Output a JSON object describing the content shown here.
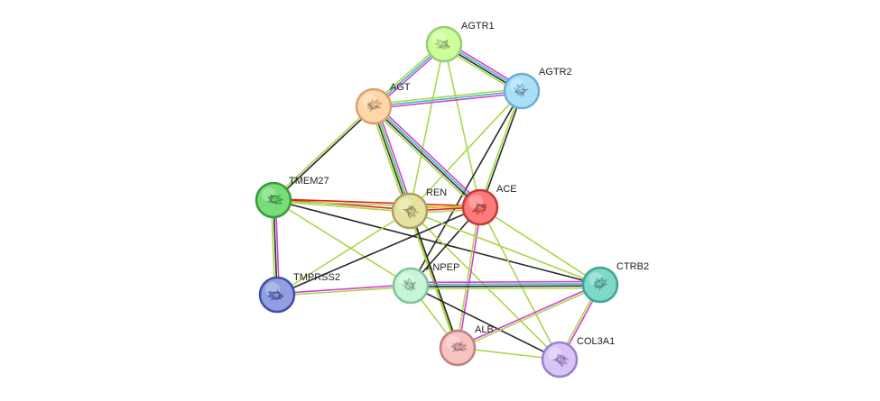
{
  "nodes": [
    {
      "id": "AGTR1",
      "label": "AGTR1",
      "color": "#ccff99",
      "border": "#99cc77"
    },
    {
      "id": "AGTR2",
      "label": "AGTR2",
      "color": "#aadffa",
      "border": "#6faed0"
    },
    {
      "id": "AGT",
      "label": "AGT",
      "color": "#ffd6a8",
      "border": "#d4a373"
    },
    {
      "id": "TMEM27",
      "label": "TMEM27",
      "color": "#77dd77",
      "border": "#3a9a3a"
    },
    {
      "id": "REN",
      "label": "REN",
      "color": "#e6e2a0",
      "border": "#a8a260"
    },
    {
      "id": "ACE",
      "label": "ACE",
      "color": "#ff7b7b",
      "border": "#c23b3b"
    },
    {
      "id": "TMPRSS2",
      "label": "TMPRSS2",
      "color": "#8f9fe0",
      "border": "#3e4fa8"
    },
    {
      "id": "ANPEP",
      "label": "ANPEP",
      "color": "#c8f5d8",
      "border": "#7cc59a"
    },
    {
      "id": "CTRB2",
      "label": "CTRB2",
      "color": "#7fd8c8",
      "border": "#3ea595"
    },
    {
      "id": "ALB",
      "label": "ALB",
      "color": "#f7c2c2",
      "border": "#c08080"
    },
    {
      "id": "COL3A1",
      "label": "COL3A1",
      "color": "#d8c4f5",
      "border": "#9b7fd0"
    }
  ],
  "edges": [
    {
      "a": "AGTR1",
      "b": "AGTR2",
      "colors": [
        "#d43fd4",
        "#3ab8c8",
        "#2a2a2a",
        "#a8d84a"
      ]
    },
    {
      "a": "AGTR1",
      "b": "AGT",
      "colors": [
        "#d43fd4",
        "#3ab8c8",
        "#a8d84a"
      ]
    },
    {
      "a": "AGTR1",
      "b": "REN",
      "colors": [
        "#a8d84a"
      ]
    },
    {
      "a": "AGTR1",
      "b": "ACE",
      "colors": [
        "#a8d84a"
      ]
    },
    {
      "a": "AGTR2",
      "b": "AGT",
      "colors": [
        "#d43fd4",
        "#3ab8c8",
        "#a8d84a"
      ]
    },
    {
      "a": "AGTR2",
      "b": "REN",
      "colors": [
        "#a8d84a"
      ]
    },
    {
      "a": "AGTR2",
      "b": "ACE",
      "colors": [
        "#2a2a2a",
        "#a8d84a"
      ]
    },
    {
      "a": "AGTR2",
      "b": "ANPEP",
      "colors": [
        "#2a2a2a"
      ]
    },
    {
      "a": "AGT",
      "b": "REN",
      "colors": [
        "#d43fd4",
        "#3ab8c8",
        "#2a2a2a",
        "#a8d84a"
      ]
    },
    {
      "a": "AGT",
      "b": "ACE",
      "colors": [
        "#d43fd4",
        "#3ab8c8",
        "#2a2a2a",
        "#a8d84a"
      ]
    },
    {
      "a": "AGT",
      "b": "TMEM27",
      "colors": [
        "#2a2a2a",
        "#a8d84a"
      ]
    },
    {
      "a": "AGT",
      "b": "ALB",
      "colors": [
        "#a8d84a"
      ]
    },
    {
      "a": "TMEM27",
      "b": "REN",
      "colors": [
        "#e02020",
        "#a8d84a"
      ]
    },
    {
      "a": "TMEM27",
      "b": "ACE",
      "colors": [
        "#e02020",
        "#a8d84a"
      ]
    },
    {
      "a": "TMEM27",
      "b": "TMPRSS2",
      "colors": [
        "#d43fd4",
        "#2a2a2a",
        "#a8d84a"
      ]
    },
    {
      "a": "TMEM27",
      "b": "ANPEP",
      "colors": [
        "#a8d84a"
      ]
    },
    {
      "a": "TMEM27",
      "b": "CTRB2",
      "colors": [
        "#2a2a2a"
      ]
    },
    {
      "a": "REN",
      "b": "ACE",
      "colors": [
        "#e0c020",
        "#e02020",
        "#a8d84a"
      ]
    },
    {
      "a": "REN",
      "b": "ALB",
      "colors": [
        "#2a2a2a",
        "#a8d84a"
      ]
    },
    {
      "a": "REN",
      "b": "TMPRSS2",
      "colors": [
        "#a8d84a"
      ]
    },
    {
      "a": "REN",
      "b": "COL3A1",
      "colors": [
        "#a8d84a"
      ]
    },
    {
      "a": "ACE",
      "b": "TMPRSS2",
      "colors": [
        "#2a2a2a"
      ]
    },
    {
      "a": "ACE",
      "b": "ANPEP",
      "colors": [
        "#2a2a2a"
      ]
    },
    {
      "a": "ACE",
      "b": "ALB",
      "colors": [
        "#d43fd4",
        "#a8d84a"
      ]
    },
    {
      "a": "ACE",
      "b": "CTRB2",
      "colors": [
        "#a8d84a"
      ]
    },
    {
      "a": "ACE",
      "b": "COL3A1",
      "colors": [
        "#a8d84a"
      ]
    },
    {
      "a": "TMPRSS2",
      "b": "ANPEP",
      "colors": [
        "#d43fd4",
        "#a8d84a"
      ]
    },
    {
      "a": "ANPEP",
      "b": "CTRB2",
      "colors": [
        "#d43fd4",
        "#3ab8c8",
        "#2a2a2a",
        "#a8d84a"
      ]
    },
    {
      "a": "ANPEP",
      "b": "ALB",
      "colors": [
        "#a8d84a"
      ]
    },
    {
      "a": "ANPEP",
      "b": "COL3A1",
      "colors": [
        "#2a2a2a"
      ]
    },
    {
      "a": "ALB",
      "b": "CTRB2",
      "colors": [
        "#d43fd4",
        "#a8d84a"
      ]
    },
    {
      "a": "ALB",
      "b": "COL3A1",
      "colors": [
        "#a8d84a"
      ]
    },
    {
      "a": "CTRB2",
      "b": "COL3A1",
      "colors": [
        "#d43fd4",
        "#a8d84a"
      ]
    },
    {
      "a": "CTRB2",
      "b": "REN",
      "colors": [
        "#a8d84a"
      ]
    }
  ]
}
